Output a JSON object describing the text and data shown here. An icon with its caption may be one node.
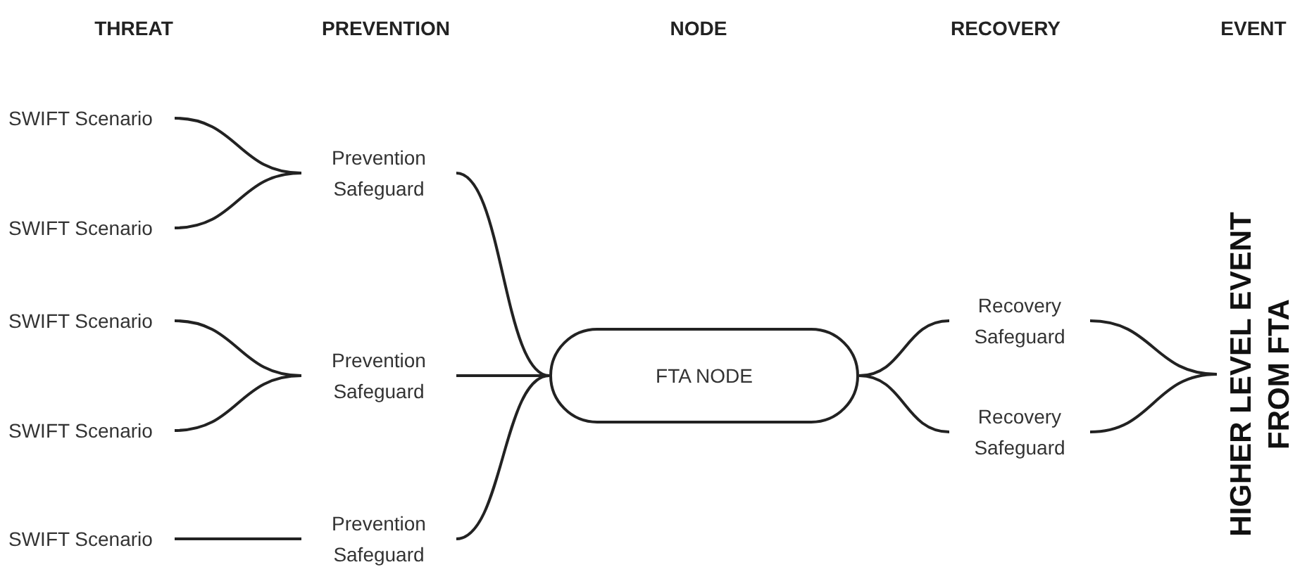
{
  "diagram": {
    "nodes": [
      {
        "text": [
          "SWIFT Scenario"
        ]
      },
      {
        "text": [
          "SWIFT Scenario"
        ]
      },
      {
        "text": [
          "SWIFT Scenario"
        ]
      },
      {
        "text": [
          "SWIFT Scenario"
        ]
      },
      {
        "text": [
          "SWIFT Scenario"
        ]
      },
      {
        "text": [
          "Prevention Safeguard"
        ]
      },
      {
        "text": [
          "Prevention Safeguard"
        ]
      },
      {
        "text": [
          "Prevention Safeguard"
        ]
      },
      {
        "text": [
          "FTA NODE"
        ]
      },
      {
        "text": [
          "Recovery Safeguard"
        ]
      },
      {
        "text": [
          "Recovery Safeguard"
        ]
      },
      {
        "text": [
          "HIGHER LEVEL EVENT FROM FTA"
        ]
      }
    ],
    "edges": [
      {
        "from": 0,
        "to": 5,
        "arrow": "none"
      },
      {
        "from": 1,
        "to": 5,
        "arrow": "none"
      },
      {
        "from": 2,
        "to": 6,
        "arrow": "none"
      },
      {
        "from": 3,
        "to": 6,
        "arrow": "none"
      },
      {
        "from": 4,
        "to": 7,
        "arrow": "none"
      },
      {
        "from": 5,
        "to": 8,
        "arrow": "none"
      },
      {
        "from": 6,
        "to": 8,
        "arrow": "none"
      },
      {
        "from": 7,
        "to": 8,
        "arrow": "none"
      },
      {
        "from": 8,
        "to": 9,
        "arrow": "none"
      },
      {
        "from": 8,
        "to": 10,
        "arrow": "none"
      },
      {
        "from": 9,
        "to": 11,
        "arrow": "none"
      },
      {
        "from": 10,
        "to": 11,
        "arrow": "none"
      }
    ],
    "labels": [
      "THREAT",
      "PREVENTION",
      "NODE",
      "RECOVERY",
      "EVENT"
    ]
  }
}
